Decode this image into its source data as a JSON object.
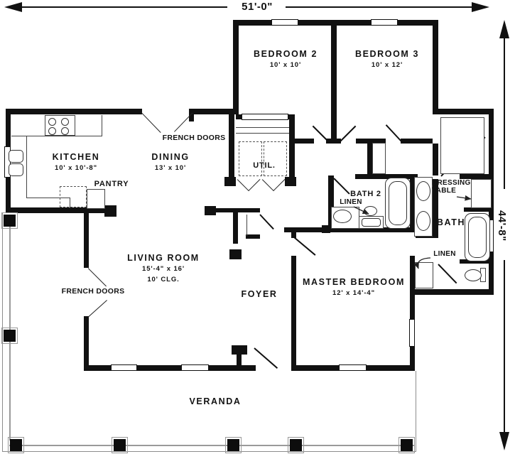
{
  "dimensions": {
    "width": "51'-0\"",
    "height": "44'-8\""
  },
  "rooms": {
    "kitchen": {
      "name": "KITCHEN",
      "size": "10' x 10'-8\""
    },
    "dining": {
      "name": "DINING",
      "size": "13' x 10'"
    },
    "living": {
      "name": "LIVING ROOM",
      "size": "15'-4\" x 16'",
      "ceiling": "10' CLG."
    },
    "bedroom2": {
      "name": "BEDROOM 2",
      "size": "10' x 10'"
    },
    "bedroom3": {
      "name": "BEDROOM 3",
      "size": "10' x 12'"
    },
    "master": {
      "name": "MASTER BEDROOM",
      "size": "12' x 14'-4\""
    },
    "foyer": {
      "name": "FOYER"
    },
    "veranda": {
      "name": "VERANDA"
    },
    "utility": {
      "name": "UTIL."
    },
    "bath2": {
      "name": "BATH 2"
    },
    "bath": {
      "name": "BATH"
    },
    "pantry": {
      "name": "PANTRY"
    }
  },
  "labels": {
    "french_doors_dining": "FRENCH DOORS",
    "french_doors_living": "FRENCH DOORS",
    "linen_bath2": "LINEN",
    "linen_master": "LINEN",
    "dressing_table_line1": "DRESSING",
    "dressing_table_line2": "TABLE"
  }
}
